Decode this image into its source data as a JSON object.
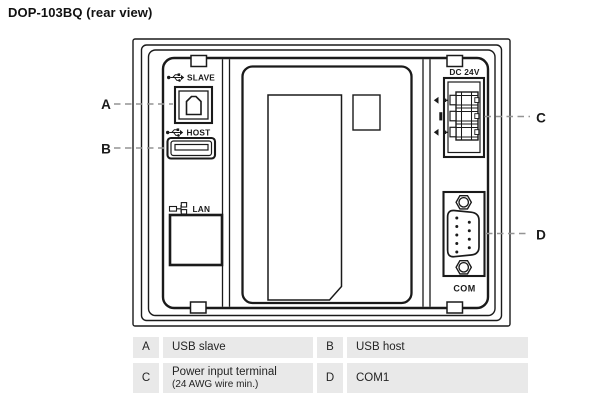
{
  "title": "DOP-103BQ (rear view)",
  "device": {
    "ports": {
      "usb_slave": {
        "label": "SLAVE"
      },
      "usb_host": {
        "label": "HOST"
      },
      "lan": {
        "label": "LAN"
      },
      "power": {
        "label": "DC 24V"
      },
      "com": {
        "label": "COM"
      }
    },
    "callouts": {
      "a": "A",
      "b": "B",
      "c": "C",
      "d": "D"
    }
  },
  "legend": {
    "row1": {
      "key_a": "A",
      "desc_a": "USB slave",
      "key_b": "B",
      "desc_b": "USB host"
    },
    "row2": {
      "key_c": "C",
      "desc_c": "Power input terminal",
      "desc_c_note": "(24 AWG wire min.)",
      "key_d": "D",
      "desc_d": "COM1"
    }
  },
  "colors": {
    "line": "#1a1a1a",
    "callout_dash": "#949494",
    "table_cell_bg": "#e9e9e9",
    "background": "#ffffff"
  }
}
